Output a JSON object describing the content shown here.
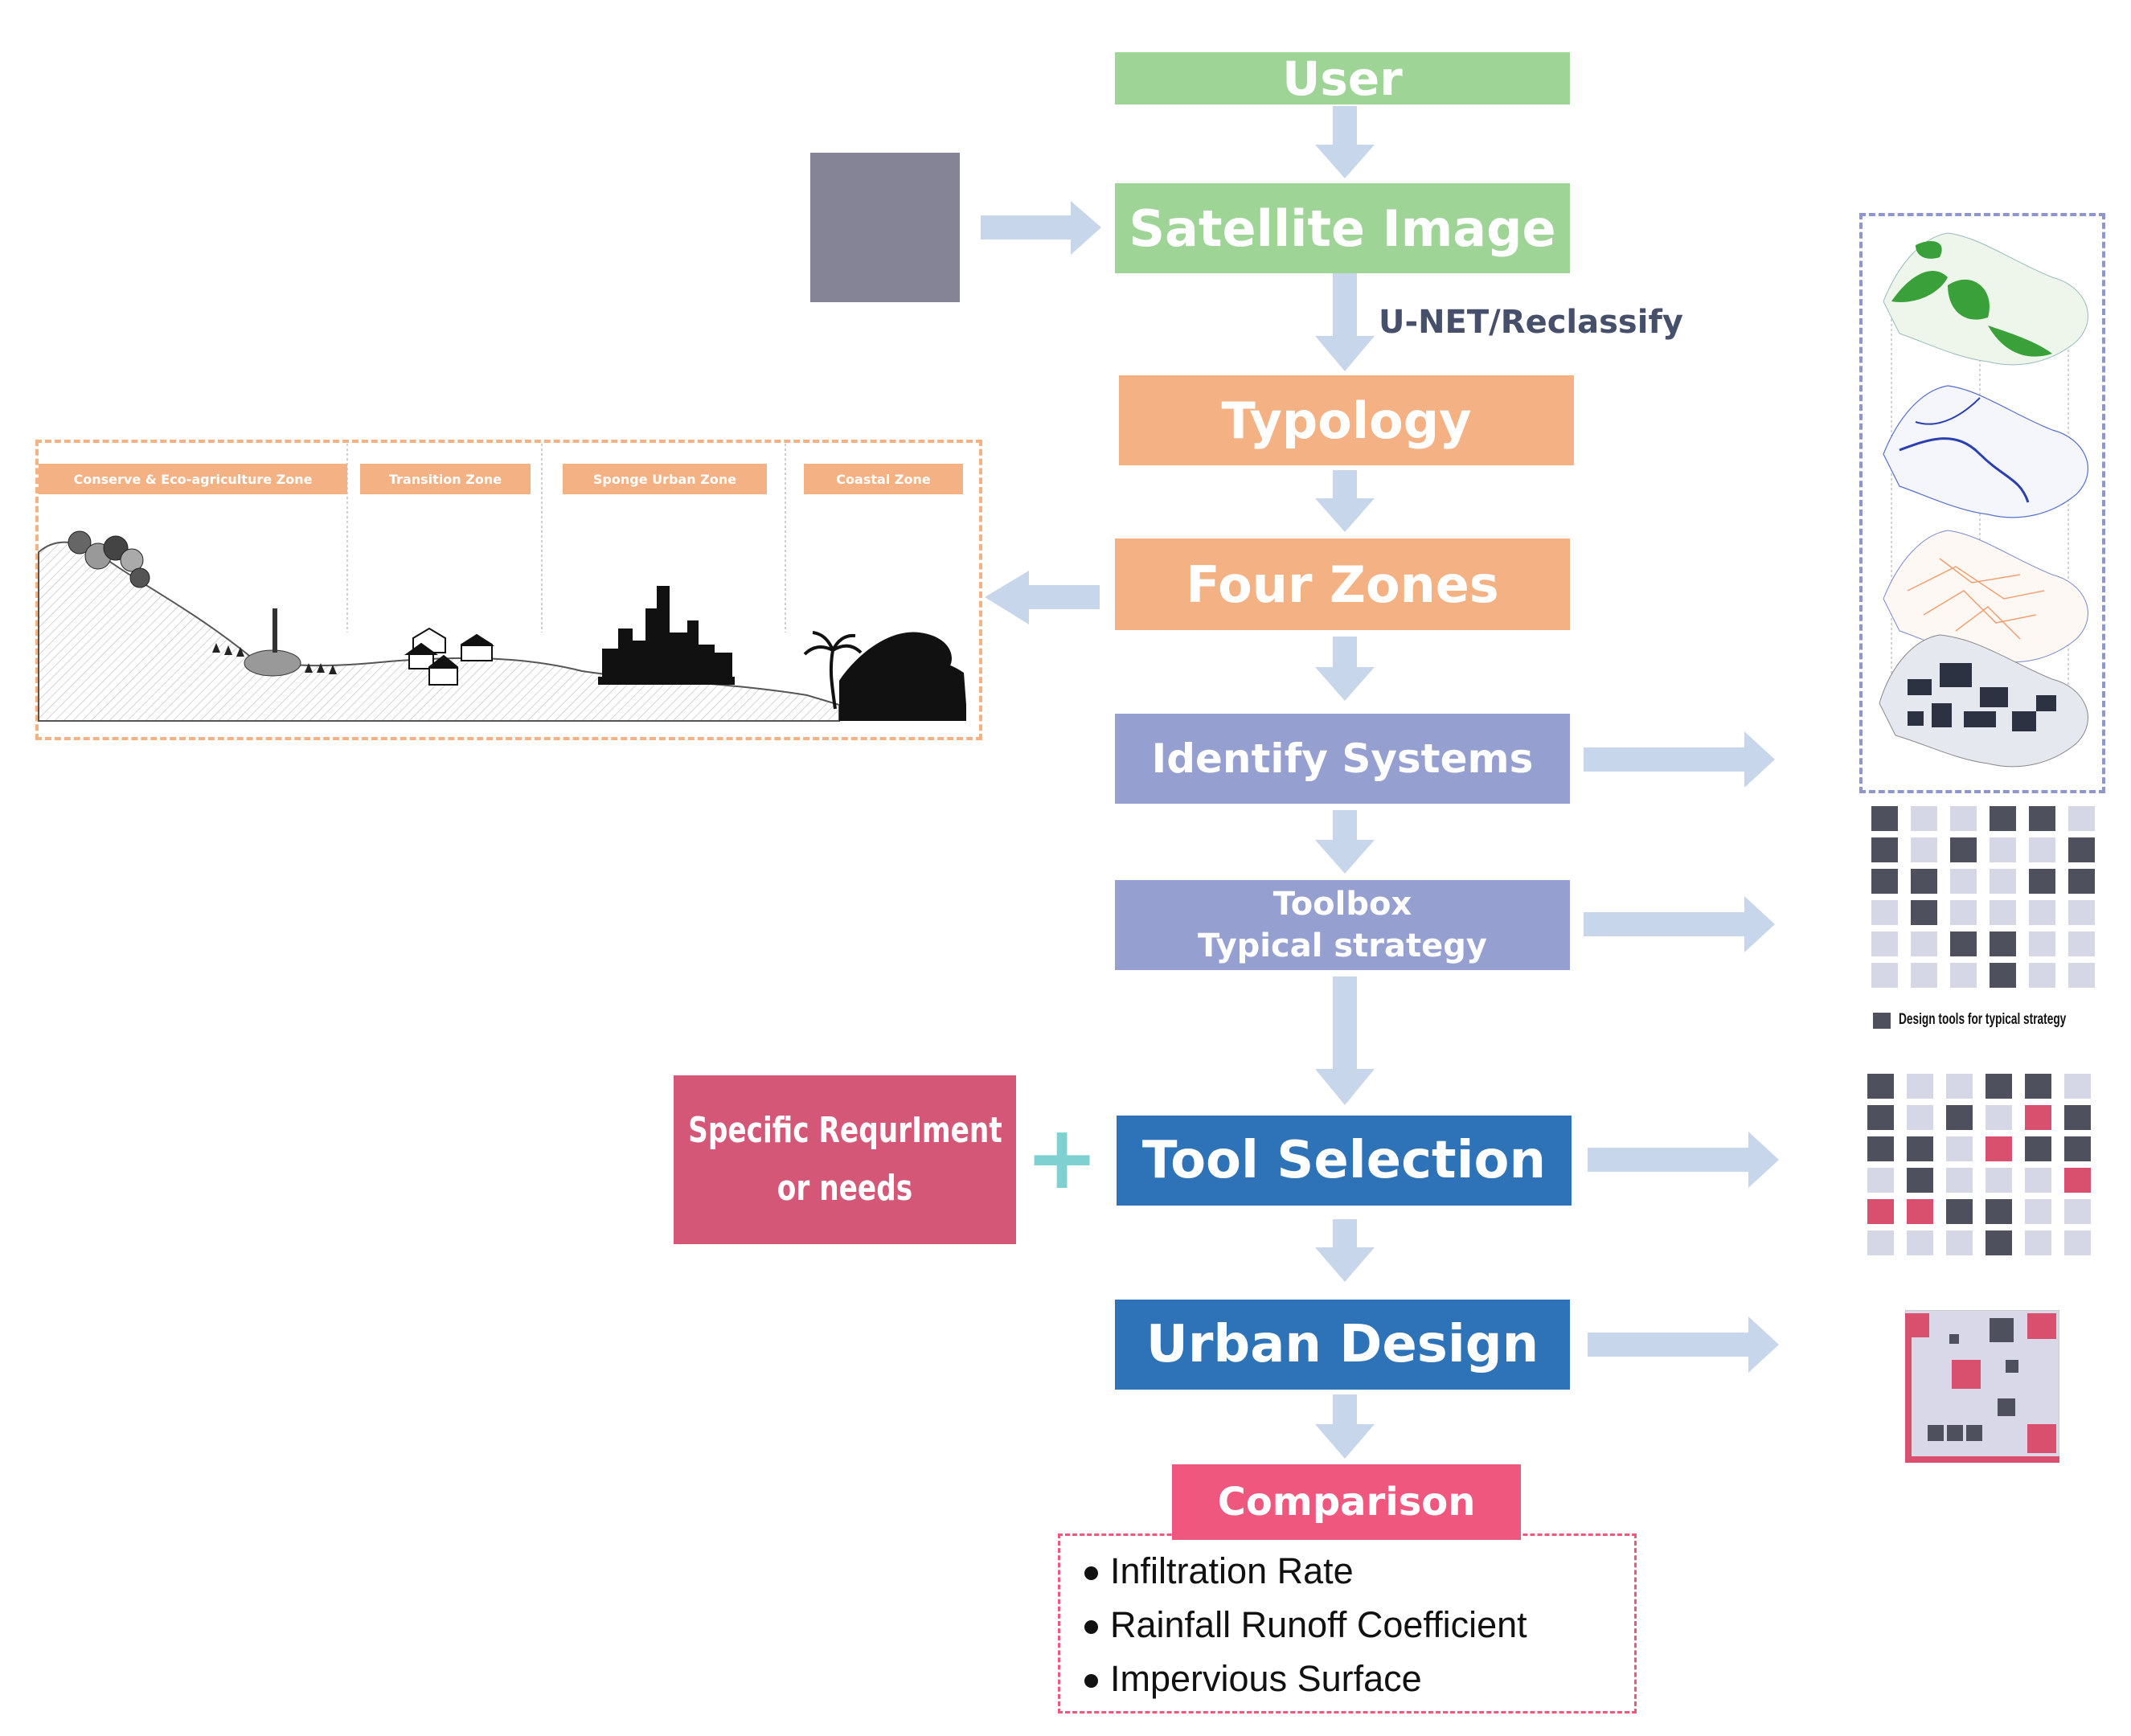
{
  "flow": {
    "user": "User",
    "satellite_image": "Satellite Image",
    "unet_label": "U-NET/Reclassify",
    "typology": "Typology",
    "four_zones": "Four Zones",
    "identify_systems": "Identify Systems",
    "toolbox_line1": "Toolbox",
    "toolbox_line2": "Typical strategy",
    "tool_selection": "Tool Selection",
    "urban_design": "Urban Design",
    "comparison": "Comparison"
  },
  "specific_requirement": {
    "line1": "Specific RequrIment",
    "line2": "or needs"
  },
  "plus_symbol": "+",
  "zones": [
    {
      "label": "Conserve & Eco-agriculture Zone"
    },
    {
      "label": "Transition Zone"
    },
    {
      "label": "Sponge Urban Zone"
    },
    {
      "label": "Coastal Zone"
    }
  ],
  "comparison_criteria": [
    "Infiltration Rate",
    "Rainfall Runoff Coefficient",
    "Impervious Surface"
  ],
  "legend": {
    "design_tools": "Design tools for typical strategy"
  },
  "colors": {
    "green": "#9fd497",
    "orange": "#f4b183",
    "purple": "#959fd0",
    "blue": "#2e72b8",
    "pink": "#f0577e",
    "requirement": "#d55777",
    "arrow": "#c7d6ea",
    "dark_cell": "#4f505e",
    "light_cell": "#d6d7e6",
    "pink_cell": "#d9506f"
  }
}
